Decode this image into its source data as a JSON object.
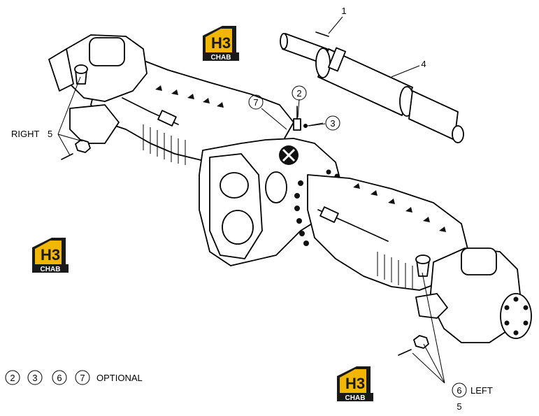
{
  "callouts": {
    "c1": "1",
    "c2": "2",
    "c3": "3",
    "c4": "4",
    "c5_right": "5",
    "c5_left": "5",
    "c6": "6",
    "c7": "7"
  },
  "side_labels": {
    "right": "RIGHT",
    "left": "LEFT"
  },
  "legend": {
    "items": [
      "2",
      "3",
      "6",
      "7"
    ],
    "text": "OPTIONAL"
  },
  "watermark": {
    "mark": "H3",
    "word": "CHAB",
    "colors": {
      "yellow": "#f2b705",
      "dark": "#1a1a1a"
    }
  }
}
